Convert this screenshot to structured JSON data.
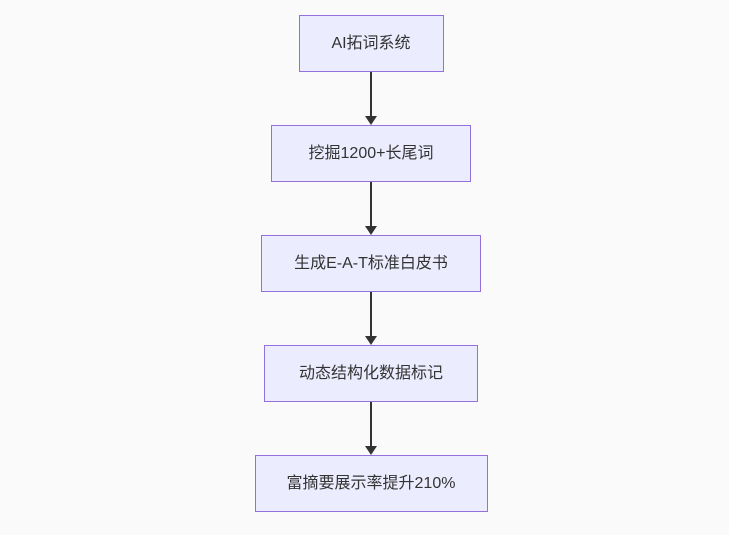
{
  "diagram": {
    "type": "flowchart-top-down",
    "background_color": "#fafafa",
    "node_fill_color": "#ececff",
    "node_border_color": "#9370db",
    "node_text_color": "#333333",
    "arrow_color": "#333333",
    "nodes": [
      {
        "label": "AI拓词系统"
      },
      {
        "label": "挖掘1200+长尾词"
      },
      {
        "label": "生成E-A-T标准白皮书"
      },
      {
        "label": "动态结构化数据标记"
      },
      {
        "label": "富摘要展示率提升210%"
      }
    ],
    "edges": [
      {
        "from": "AI拓词系统",
        "to": "挖掘1200+长尾词"
      },
      {
        "from": "挖掘1200+长尾词",
        "to": "生成E-A-T标准白皮书"
      },
      {
        "from": "生成E-A-T标准白皮书",
        "to": "动态结构化数据标记"
      },
      {
        "from": "动态结构化数据标记",
        "to": "富摘要展示率提升210%"
      }
    ]
  }
}
